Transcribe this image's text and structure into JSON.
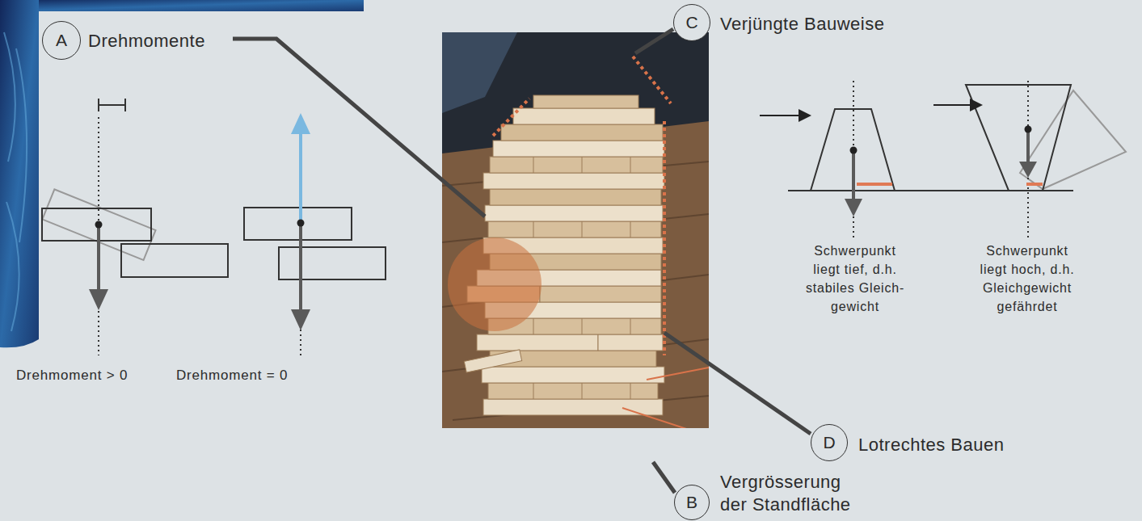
{
  "diagram": {
    "nodes": [
      {
        "text": [
          "A",
          "Drehmomente"
        ]
      },
      {
        "text": [
          "C",
          "Verjüngte Bauweise"
        ]
      },
      {
        "text": [
          "D",
          "Lotrechtes Bauen"
        ]
      },
      {
        "text": [
          "B",
          "Vergrösserung der Standfläche"
        ]
      }
    ],
    "labels": [
      "Drehmoment > 0",
      "Drehmoment = 0",
      "Schwerpunkt liegt tief, d.h. stabiles Gleich- gewicht",
      "Schwerpunkt liegt hoch, d.h. Gleichgewicht gefährdet"
    ]
  }
}
